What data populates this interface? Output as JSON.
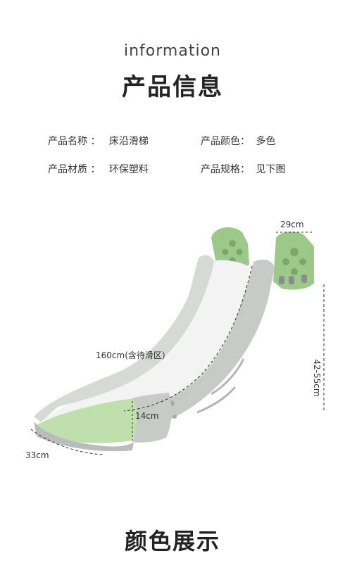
{
  "header": {
    "subtitle_en": "information",
    "title_cn": "产品信息"
  },
  "info": {
    "name_label": "产品名称 ：",
    "name_value": "床沿滑梯",
    "color_label": "产品颜色：",
    "color_value": "多色",
    "material_label": "产品材质 ：",
    "material_value": "环保塑料",
    "spec_label": "产品规格：",
    "spec_value": "见下图"
  },
  "dimensions": {
    "top_width": "29cm",
    "slide_length": "160cm(含待滑区)",
    "inner_height": "14cm",
    "bottom_width": "33cm",
    "height": "42-55cm"
  },
  "colors": {
    "green": "#9cc88a",
    "green_light": "#bfe0ad",
    "gray": "#c8cac8",
    "gray_light": "#e9ebea",
    "white": "#f7f7f6"
  },
  "section": {
    "title": "颜色展示"
  }
}
